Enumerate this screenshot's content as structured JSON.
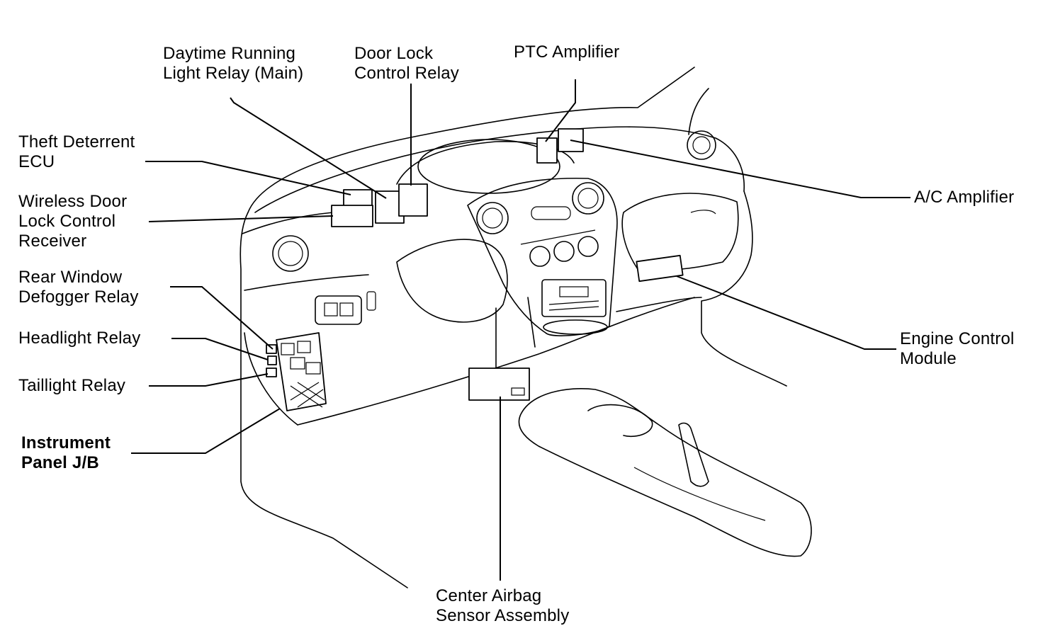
{
  "labels": {
    "drl_relay": [
      "Daytime Running",
      "Light Relay (Main)"
    ],
    "door_lock_relay": [
      "Door Lock",
      "Control Relay"
    ],
    "ptc_amplifier": [
      "PTC Amplifier"
    ],
    "theft_ecu": [
      "Theft Deterrent",
      "ECU"
    ],
    "wireless_receiver": [
      "Wireless Door",
      "Lock Control",
      "Receiver"
    ],
    "rear_defogger_relay": [
      "Rear Window",
      "Defogger Relay"
    ],
    "headlight_relay": [
      "Headlight Relay"
    ],
    "taillight_relay": [
      "Taillight Relay"
    ],
    "instrument_jb": [
      "Instrument",
      "Panel J/B"
    ],
    "ac_amplifier": [
      "A/C Amplifier"
    ],
    "ecm": [
      "Engine Control",
      "Module"
    ],
    "airbag_sensor": [
      "Center Airbag",
      "Sensor Assembly"
    ]
  }
}
